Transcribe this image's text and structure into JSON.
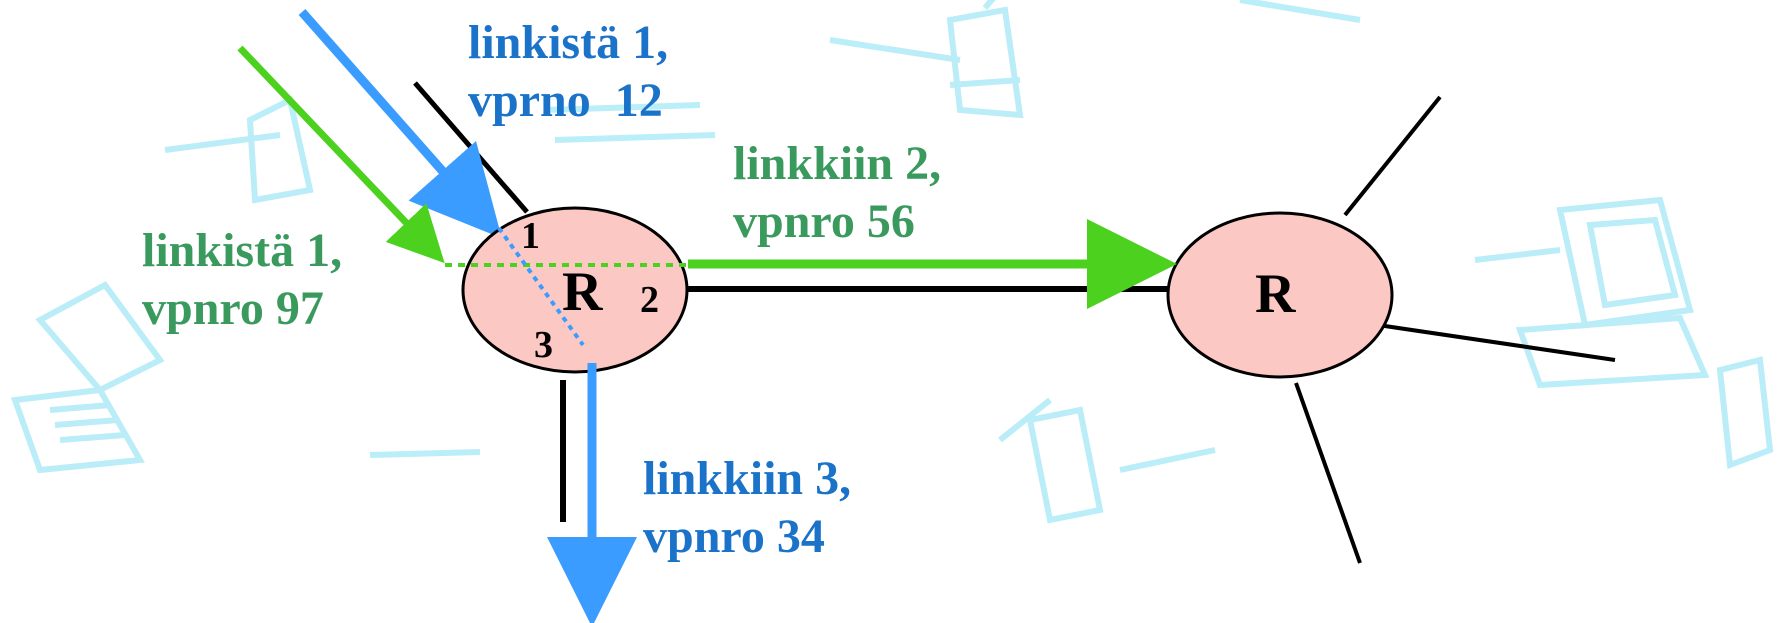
{
  "colors": {
    "node_fill": "#fcc8c4",
    "blue_path": "#3b9cff",
    "green_path": "#4cd11f",
    "blue_text": "#1a73c9",
    "green_text": "#3a9a5e",
    "watermark": "#b3ecf7"
  },
  "nodes": [
    {
      "id": "router-left",
      "letter": "R",
      "ports": [
        "1",
        "2",
        "3"
      ]
    },
    {
      "id": "router-right",
      "letter": "R"
    }
  ],
  "labels": {
    "in_blue": {
      "line1": "linkistä 1,",
      "line2": "vprno  12"
    },
    "in_green": {
      "line1": "linkistä 1,",
      "line2": "vpnro 97"
    },
    "out_green": {
      "line1": "linkkiin 2,",
      "line2": "vpnro 56"
    },
    "out_blue": {
      "line1": "linkkiin 3,",
      "line2": "vpnro 34"
    }
  },
  "background_icons": [
    "computer-icon",
    "laptop-icon",
    "wizard-icon",
    "cursor-icon"
  ]
}
